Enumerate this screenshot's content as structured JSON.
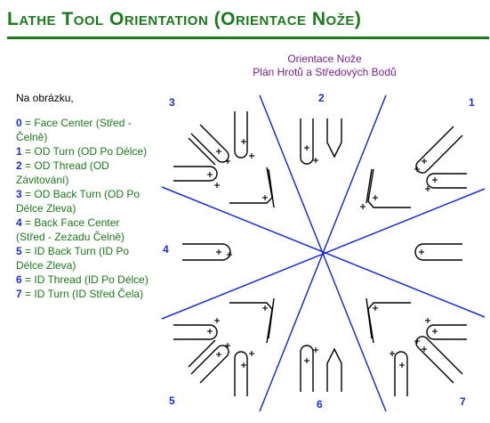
{
  "page": {
    "title": "Lathe Tool Orientation (Orientace Nože)"
  },
  "diagram": {
    "caption_line1": "Orientace Nože",
    "caption_line2": "Plán Hrotů a Středových Bodů",
    "intro": "Na obrázku,",
    "legend": [
      {
        "num": "0",
        "text": " = Face Center (Střed - Čelně)"
      },
      {
        "num": "1",
        "text": " = OD Turn (OD Po Délce)"
      },
      {
        "num": "2",
        "text": " = OD Thread (OD Závitování)"
      },
      {
        "num": "3",
        "text": " = OD Back Turn (OD Po Délce Zleva)"
      },
      {
        "num": "4",
        "text": " = Back Face Center (Střed - Zezadu Čelně)"
      },
      {
        "num": "5",
        "text": " = ID Back Turn (ID Po Délce Zleva)"
      },
      {
        "num": "6",
        "text": " = ID Thread (ID Po Délce)"
      },
      {
        "num": "7",
        "text": " = ID Turn (ID Střed Čela)"
      }
    ],
    "zone_labels": [
      "1",
      "2",
      "3",
      "4",
      "5",
      "6",
      "7"
    ],
    "colors": {
      "title": "#1b7a1b",
      "caption": "#7a1f8f",
      "numbers": "#1a2fd0",
      "lines": "#1a2fd0"
    }
  }
}
